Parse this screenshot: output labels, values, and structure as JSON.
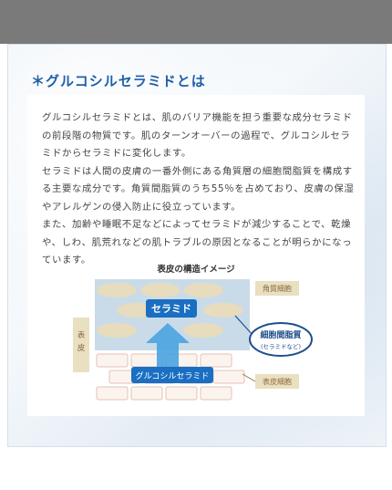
{
  "heading": "＊グルコシルセラミドとは",
  "paragraphs": [
    "グルコシルセラミドとは、肌のバリア機能を担う重要な成分セラミドの前段階の物質です。肌のターンオーバーの過程で、グルコシルセラミドからセラミドに変化します。",
    "セラミドは人間の皮膚の一番外側にある角質層の細胞間脂質を構成する主要な成分です。角質間脂質のうち55％を占めており、皮膚の保湿やアレルゲンの侵入防止に役立っています。",
    "また、加齢や睡眠不足などによってセラミドが減少することで、乾燥や、しわ、肌荒れなどの肌トラブルの原因となることが明らかになっています。"
  ],
  "diagram": {
    "title": "表皮の構造イメージ",
    "ceramide_label": "セラミド",
    "glucosyl_label": "グルコシルセラミド",
    "horny_cell_label": "角質細胞",
    "epidermis_cell_label": "表皮細胞",
    "epidermis_side_label": "表皮",
    "lipid_label": "細胞間脂質",
    "lipid_sub_label": "(セラミドなど)",
    "colors": {
      "heading": "#1f5fa8",
      "ceramide_box": "#1a6fc2",
      "lipid_bubble": "#1d4f8c",
      "horny_layer": "#c9dbe9",
      "cell_fill": "#e7dcbd",
      "epi_cell_border": "#e6c0b4",
      "side_bar": "#e9dfc1"
    }
  }
}
